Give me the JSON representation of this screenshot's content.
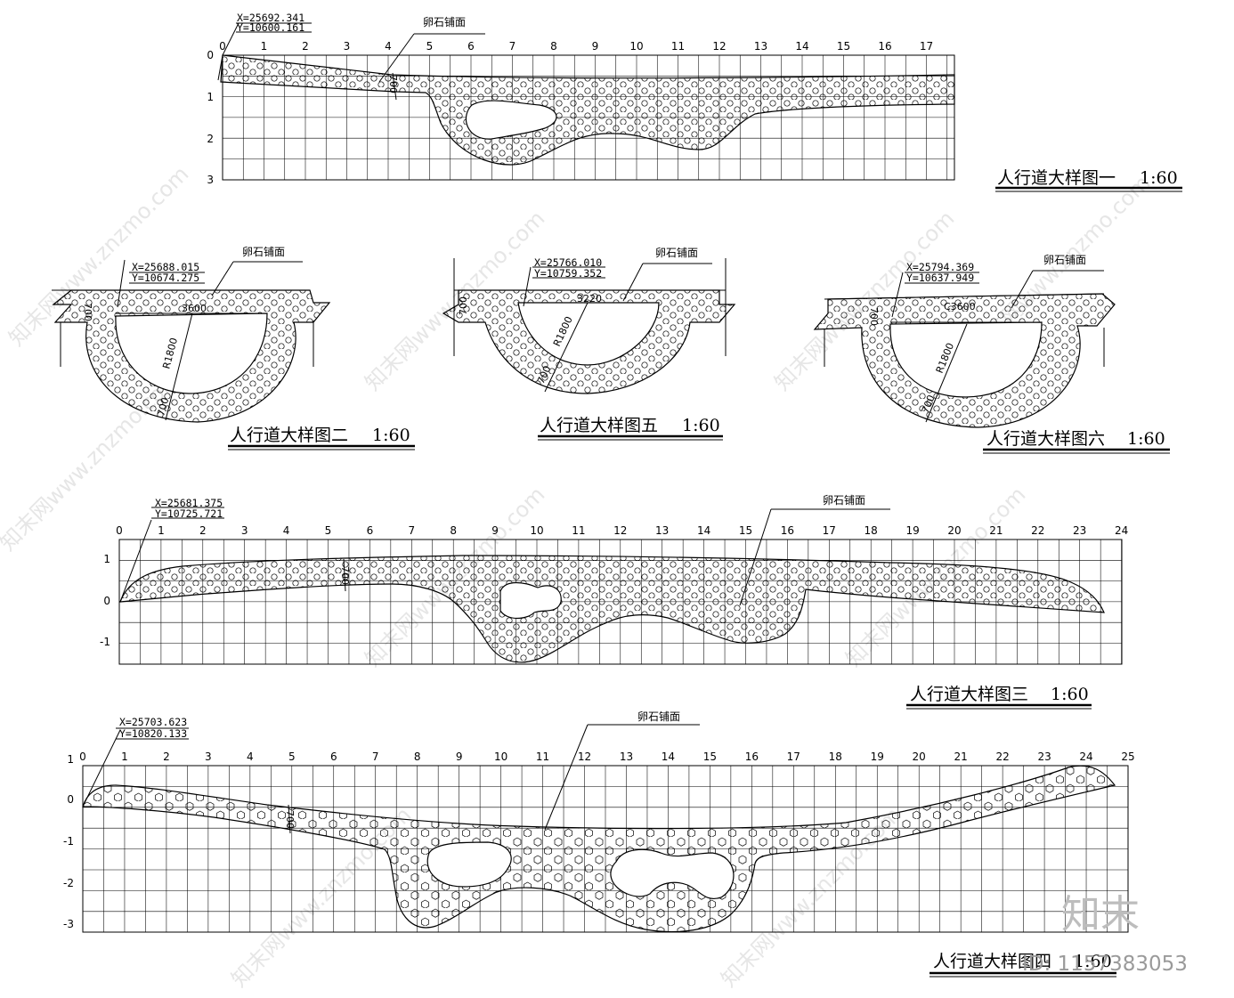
{
  "material_label": "卵石铺面",
  "drawings": {
    "d1": {
      "title": "人行道大样图一",
      "scale": "1:60",
      "x_coord": "X=25692.341",
      "y_coord": "Y=10600.161",
      "x_ticks": [
        "0",
        "1",
        "2",
        "3",
        "4",
        "5",
        "6",
        "7",
        "8",
        "9",
        "10",
        "11",
        "12",
        "13",
        "14",
        "15",
        "16",
        "17"
      ],
      "y_ticks": [
        "0",
        "1",
        "2",
        "3"
      ],
      "dim": "700"
    },
    "d2": {
      "title": "人行道大样图二",
      "scale": "1:60",
      "x_coord": "X=25688.015",
      "y_coord": "Y=10674.275",
      "width": "3600",
      "radius": "R1800",
      "thick": "700",
      "thick_b": "700"
    },
    "d5": {
      "title": "人行道大样图五",
      "scale": "1:60",
      "x_coord": "X=25766.010",
      "y_coord": "Y=10759.352",
      "width": "3220",
      "radius": "R1800",
      "thick": "700",
      "thick_b": "700"
    },
    "d6": {
      "title": "人行道大样图六",
      "scale": "1:60",
      "x_coord": "X=25794.369",
      "y_coord": "Y=10637.949",
      "width": "C3600",
      "radius": "R1800",
      "thick": "700",
      "thick_b": "700"
    },
    "d3": {
      "title": "人行道大样图三",
      "scale": "1:60",
      "x_coord": "X=25681.375",
      "y_coord": "Y=10725.721",
      "x_ticks": [
        "0",
        "1",
        "2",
        "3",
        "4",
        "5",
        "6",
        "7",
        "8",
        "9",
        "10",
        "11",
        "12",
        "13",
        "14",
        "15",
        "16",
        "17",
        "18",
        "19",
        "20",
        "21",
        "22",
        "23",
        "24"
      ],
      "y_ticks": [
        "1",
        "0",
        "-1"
      ],
      "dim": "700"
    },
    "d4": {
      "title": "人行道大样图四",
      "scale": "1:60",
      "x_coord": "X=25703.623",
      "y_coord": "Y=10820.133",
      "x_ticks": [
        "0",
        "1",
        "2",
        "3",
        "4",
        "5",
        "6",
        "7",
        "8",
        "9",
        "10",
        "11",
        "12",
        "13",
        "14",
        "15",
        "16",
        "17",
        "18",
        "19",
        "20",
        "21",
        "22",
        "23",
        "24",
        "25"
      ],
      "y_ticks": [
        "1",
        "0",
        "-1",
        "-2",
        "-3"
      ],
      "dim": "700"
    }
  },
  "brand": "知末",
  "brand_id": "ID: 1157383053",
  "watermark": "知末网www.znzmo.com"
}
